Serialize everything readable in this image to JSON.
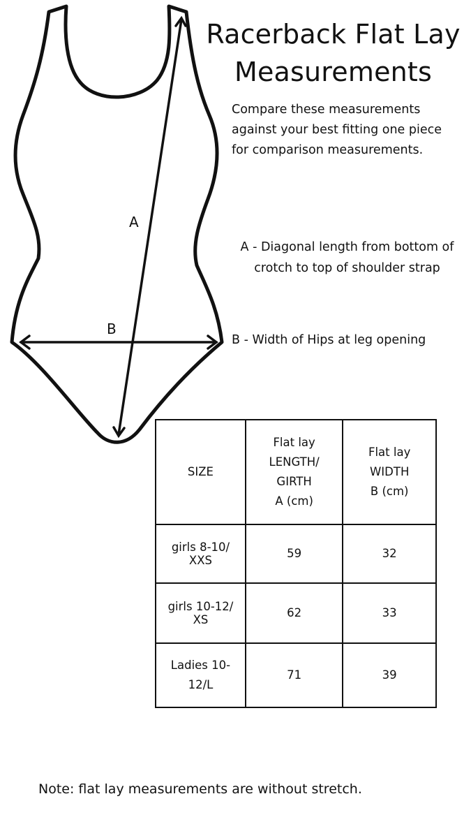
{
  "title": {
    "line1": "Racerback Flat Lay",
    "line2": "Measurements"
  },
  "intro": {
    "line1": "Compare these  measurements",
    "line2": "against your best fitting one piece",
    "line3": "for comparison measurements."
  },
  "figure": {
    "icon": "swimsuit-outline-icon",
    "label_a": "A",
    "label_b": "B",
    "stroke_color": "#111111"
  },
  "legend": {
    "a_line1": "A - Diagonal length from bottom of",
    "a_line2": "crotch to top of shoulder strap",
    "b": "B - Width of Hips at leg opening"
  },
  "table": {
    "headers": {
      "size": "SIZE",
      "length": [
        "Flat lay",
        "LENGTH/",
        "GIRTH",
        "A (cm)"
      ],
      "width": [
        "Flat lay",
        "WIDTH",
        "B (cm)"
      ]
    },
    "rows": [
      {
        "size": [
          "girls 8-10/",
          "XXS"
        ],
        "length": "59",
        "width": "32"
      },
      {
        "size": [
          "girls 10-12/",
          "XS"
        ],
        "length": "62",
        "width": "33"
      },
      {
        "size": [
          "Ladies 10-",
          "12/L"
        ],
        "length": "71",
        "width": "39"
      }
    ]
  },
  "note": "Note: flat lay measurements are without stretch."
}
